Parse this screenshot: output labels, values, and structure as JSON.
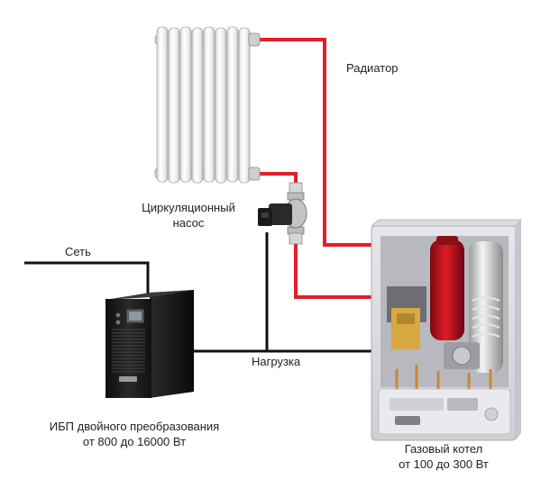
{
  "labels": {
    "radiator": "Радиатор",
    "pump_line1": "Циркуляционный",
    "pump_line2": "насос",
    "network": "Сеть",
    "load": "Нагрузка",
    "ups_line1": "ИБП двойного преобразования",
    "ups_line2": "от 800 до 16000 Вт",
    "boiler_line1": "Газовый котел",
    "boiler_line2": "от 100 до 300 Вт"
  },
  "colors": {
    "pipe": "#e0202a",
    "cable": "#111111",
    "radiator_fin": "#f4f4f4",
    "ups_body": "#1c1c1c",
    "boiler_shell": "#f0f0f2",
    "heat_exchanger": "#c8101e"
  },
  "icons": {
    "radiator": "radiator-icon",
    "pump": "pump-icon",
    "ups": "ups-icon",
    "boiler": "boiler-icon"
  }
}
